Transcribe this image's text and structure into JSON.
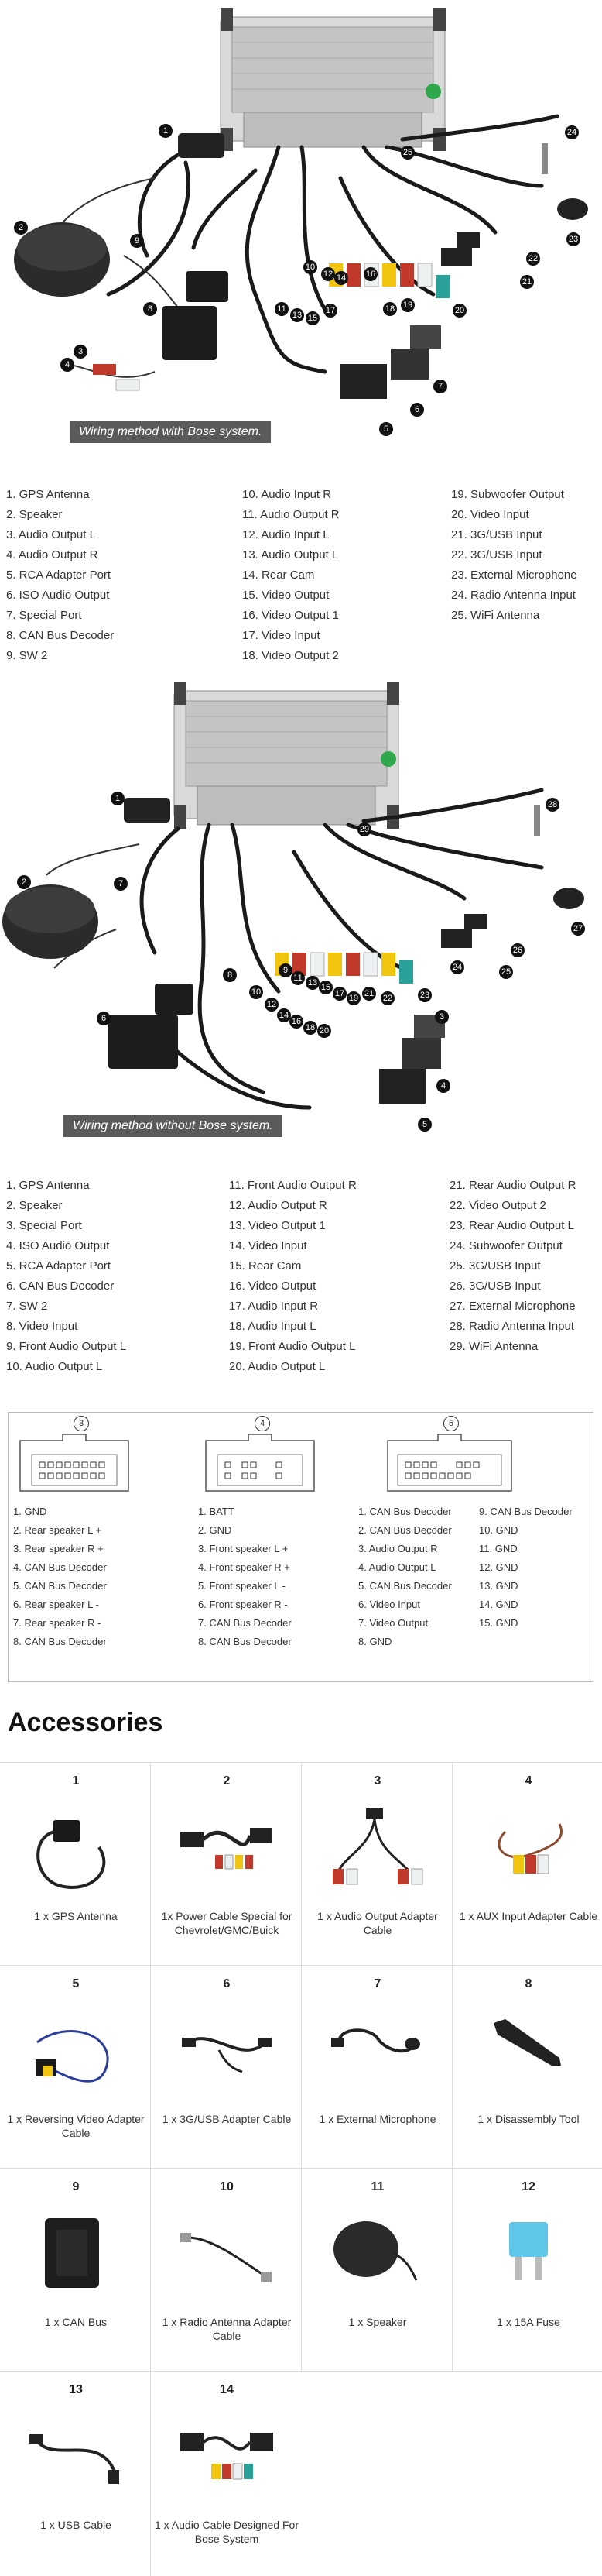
{
  "diagram1": {
    "caption": "Wiring method with Bose system.",
    "callouts": [
      "1",
      "2",
      "3",
      "4",
      "5",
      "6",
      "7",
      "8",
      "9",
      "10",
      "11",
      "12",
      "13",
      "14",
      "15",
      "16",
      "17",
      "18",
      "19",
      "20",
      "21",
      "22",
      "23",
      "24",
      "25"
    ]
  },
  "legend1": {
    "col1": [
      "1. GPS Antenna",
      "2. Speaker",
      "3. Audio Output L",
      "4. Audio Output R",
      "5. RCA Adapter Port",
      "6. ISO Audio Output",
      "7. Special Port",
      "8. CAN Bus Decoder",
      "9. SW 2"
    ],
    "col2": [
      "10. Audio Input R",
      "11. Audio Output R",
      "12. Audio Input L",
      "13. Audio Output L",
      "14. Rear Cam",
      "15. Video Output",
      "16. Video Output 1",
      "17. Video Input",
      "18. Video Output 2"
    ],
    "col3": [
      "19. Subwoofer Output",
      "20. Video Input",
      "21. 3G/USB Input",
      "22. 3G/USB Input",
      "23. External Microphone",
      "24. Radio Antenna Input",
      "25. WiFi Antenna"
    ]
  },
  "diagram2": {
    "caption": "Wiring method without Bose system.",
    "callouts": [
      "1",
      "2",
      "3",
      "4",
      "5",
      "6",
      "7",
      "8",
      "9",
      "10",
      "11",
      "12",
      "13",
      "14",
      "15",
      "16",
      "17",
      "18",
      "19",
      "20",
      "21",
      "22",
      "23",
      "24",
      "25",
      "26",
      "27",
      "28",
      "29"
    ]
  },
  "legend2": {
    "col1": [
      "1.  GPS Antenna",
      "2.  Speaker",
      "3.  Special Port",
      "4.  ISO Audio Output",
      "5.  RCA Adapter Port",
      "6.  CAN Bus Decoder",
      "7.  SW 2",
      "8.  Video Input",
      "9.  Front Audio Output L",
      "10. Audio Output L"
    ],
    "col2": [
      "11. Front Audio Output R",
      "12. Audio Output R",
      "13. Video Output 1",
      "14. Video Input",
      "15. Rear Cam",
      "16. Video Output",
      "17. Audio Input R",
      "18. Audio Input L",
      "19. Front Audio Output L",
      "20. Audio Output L"
    ],
    "col3": [
      "21. Rear Audio Output R",
      "22. Video Output 2",
      "23. Rear Audio Output L",
      "24. Subwoofer Output",
      "25. 3G/USB Input",
      "26. 3G/USB Input",
      "27. External Microphone",
      "28. Radio Antenna Input",
      "29. WiFi Antenna"
    ]
  },
  "pins": {
    "conn3": {
      "label": "3",
      "list": [
        "1. GND",
        "2. Rear speaker L +",
        "3. Rear speaker R +",
        "4. CAN Bus Decoder",
        "5. CAN Bus Decoder",
        "6. Rear speaker L -",
        "7. Rear speaker R -",
        "8. CAN Bus Decoder"
      ]
    },
    "conn4": {
      "label": "4",
      "list": [
        "1. BATT",
        "2. GND",
        "3. Front speaker L +",
        "4. Front speaker R +",
        "5. Front speaker L -",
        "6. Front speaker R -",
        "7. CAN Bus Decoder",
        "8. CAN Bus Decoder"
      ]
    },
    "conn5": {
      "label": "5",
      "listA": [
        "1. CAN Bus Decoder",
        "2. CAN Bus Decoder",
        "3. Audio Output R",
        "4. Audio Output L",
        "5. CAN Bus Decoder",
        "6. Video Input",
        "7. Video Output",
        "8. GND"
      ],
      "listB": [
        "9.   CAN Bus Decoder",
        "10. GND",
        "11. GND",
        "12. GND",
        "13. GND",
        "14. GND",
        "15. GND"
      ]
    }
  },
  "accessories": {
    "title": "Accessories",
    "items": [
      {
        "num": "1",
        "label": "1 x GPS Antenna",
        "icon": "gps-antenna-icon"
      },
      {
        "num": "2",
        "label": "1x Power Cable Special for Chevrolet/GMC/Buick",
        "icon": "power-cable-icon"
      },
      {
        "num": "3",
        "label": "1 x Audio Output Adapter Cable",
        "icon": "audio-output-cable-icon"
      },
      {
        "num": "4",
        "label": "1 x AUX Input Adapter Cable",
        "icon": "aux-cable-icon"
      },
      {
        "num": "5",
        "label": "1 x Reversing Video Adapter Cable",
        "icon": "reversing-video-cable-icon"
      },
      {
        "num": "6",
        "label": "1 x 3G/USB Adapter Cable",
        "icon": "usb-adapter-cable-icon"
      },
      {
        "num": "7",
        "label": "1 x External Microphone",
        "icon": "microphone-icon"
      },
      {
        "num": "8",
        "label": "1 x Disassembly Tool",
        "icon": "disassembly-tool-icon"
      },
      {
        "num": "9",
        "label": "1 x CAN Bus",
        "icon": "can-bus-icon"
      },
      {
        "num": "10",
        "label": "1 x Radio Antenna Adapter Cable",
        "icon": "radio-antenna-cable-icon"
      },
      {
        "num": "11",
        "label": "1 x Speaker",
        "icon": "speaker-icon"
      },
      {
        "num": "12",
        "label": "1 x 15A Fuse",
        "icon": "fuse-icon"
      },
      {
        "num": "13",
        "label": "1 x USB Cable",
        "icon": "usb-cable-icon"
      },
      {
        "num": "14",
        "label": "1 x Audio Cable Designed For Bose System",
        "icon": "bose-audio-cable-icon"
      }
    ]
  }
}
